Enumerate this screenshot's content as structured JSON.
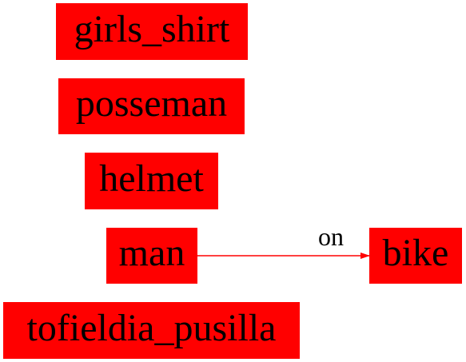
{
  "nodes": [
    {
      "id": "girls_shirt",
      "label": "girls_shirt"
    },
    {
      "id": "posseman",
      "label": "posseman"
    },
    {
      "id": "helmet",
      "label": "helmet"
    },
    {
      "id": "man",
      "label": "man"
    },
    {
      "id": "bike",
      "label": "bike"
    },
    {
      "id": "tofieldia_pusilla",
      "label": "tofieldia_pusilla"
    }
  ],
  "edges": [
    {
      "from": "man",
      "to": "bike",
      "label": "on"
    }
  ],
  "colors": {
    "node_fill": "#ff0000",
    "edge": "#ff0000",
    "text": "#000000",
    "background": "#ffffff"
  }
}
